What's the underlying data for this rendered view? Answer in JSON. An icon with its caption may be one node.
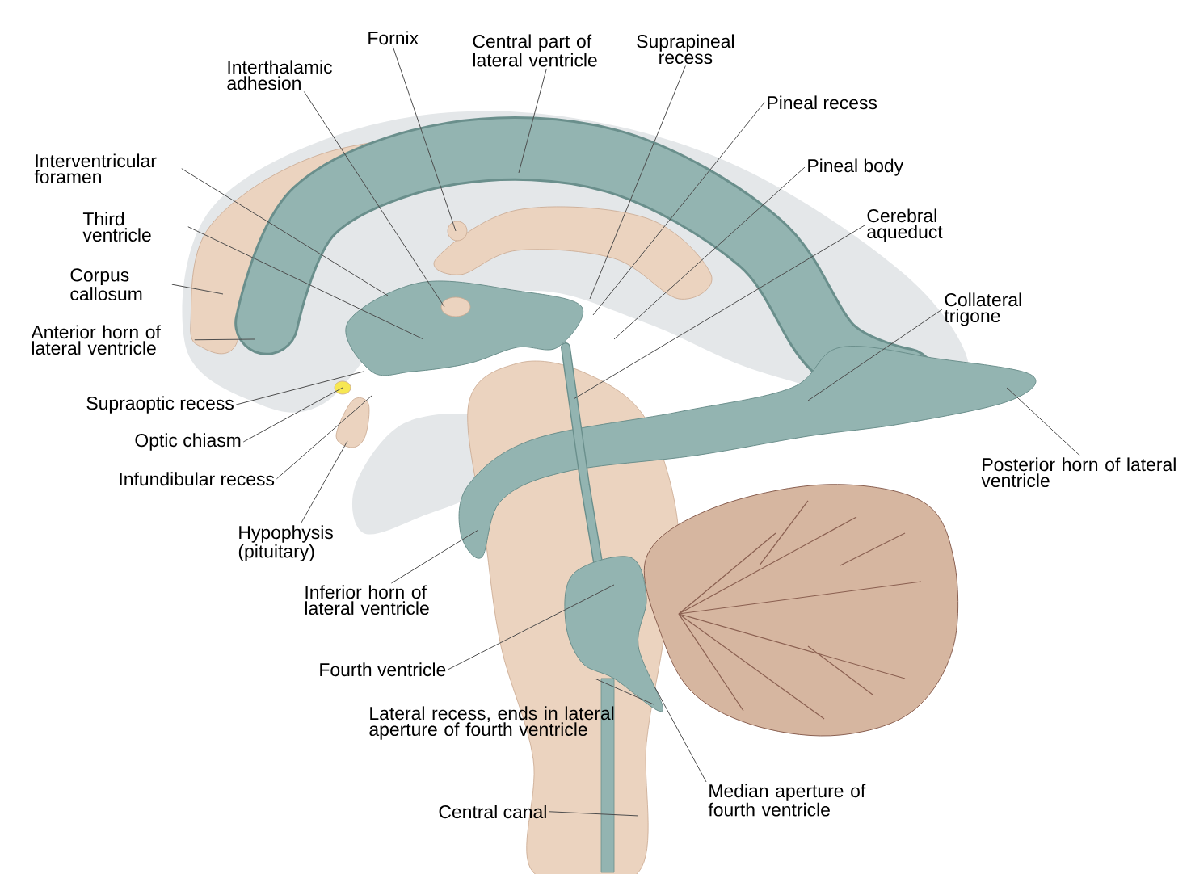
{
  "diagram": {
    "nodes": [
      {
        "text": [
          "Interthalamic adhesion"
        ]
      },
      {
        "text": [
          "Fornix"
        ]
      },
      {
        "text": [
          "Central part of lateral ventricle"
        ]
      },
      {
        "text": [
          "Suprapineal recess"
        ]
      },
      {
        "text": [
          "Pineal recess"
        ]
      },
      {
        "text": [
          "Pineal body"
        ]
      },
      {
        "text": [
          "Cerebral aqueduct"
        ]
      },
      {
        "text": [
          "Collateral trigone"
        ]
      },
      {
        "text": [
          "Posterior horn of lateral ventricle"
        ]
      },
      {
        "text": [
          "Interventricular foramen"
        ]
      },
      {
        "text": [
          "Third ventricle"
        ]
      },
      {
        "text": [
          "Corpus callosum"
        ]
      },
      {
        "text": [
          "Anterior horn of lateral ventricle"
        ]
      },
      {
        "text": [
          "Supraoptic recess"
        ]
      },
      {
        "text": [
          "Optic chiasm"
        ]
      },
      {
        "text": [
          "Infundibular recess"
        ]
      },
      {
        "text": [
          "Hypophysis (pituitary)"
        ]
      },
      {
        "text": [
          "Inferior horn of lateral ventricle"
        ]
      },
      {
        "text": [
          "Fourth ventricle"
        ]
      },
      {
        "text": [
          "Lateral recess, ends in lateral aperture of fourth ventricle"
        ]
      },
      {
        "text": [
          "Central canal"
        ]
      },
      {
        "text": [
          "Median aperture of fourth ventricle"
        ]
      }
    ],
    "edges": [
      {
        "from": 0,
        "to": null,
        "arrow": "none"
      },
      {
        "from": 1,
        "to": null,
        "arrow": "none"
      },
      {
        "from": 2,
        "to": null,
        "arrow": "none"
      },
      {
        "from": 3,
        "to": null,
        "arrow": "none"
      },
      {
        "from": 4,
        "to": null,
        "arrow": "none"
      },
      {
        "from": 5,
        "to": null,
        "arrow": "none"
      },
      {
        "from": 6,
        "to": null,
        "arrow": "none"
      },
      {
        "from": 7,
        "to": null,
        "arrow": "none"
      },
      {
        "from": 8,
        "to": null,
        "arrow": "none"
      },
      {
        "from": 9,
        "to": null,
        "arrow": "none"
      },
      {
        "from": 10,
        "to": null,
        "arrow": "none"
      },
      {
        "from": 11,
        "to": null,
        "arrow": "none"
      },
      {
        "from": 12,
        "to": null,
        "arrow": "none"
      },
      {
        "from": 13,
        "to": null,
        "arrow": "none"
      },
      {
        "from": 14,
        "to": null,
        "arrow": "none"
      },
      {
        "from": 15,
        "to": null,
        "arrow": "none"
      },
      {
        "from": 16,
        "to": null,
        "arrow": "none"
      },
      {
        "from": 17,
        "to": null,
        "arrow": "none"
      },
      {
        "from": 18,
        "to": null,
        "arrow": "none"
      },
      {
        "from": 19,
        "to": null,
        "arrow": "none"
      },
      {
        "from": 20,
        "to": null,
        "arrow": "none"
      },
      {
        "from": 21,
        "to": null,
        "arrow": "none"
      }
    ]
  }
}
